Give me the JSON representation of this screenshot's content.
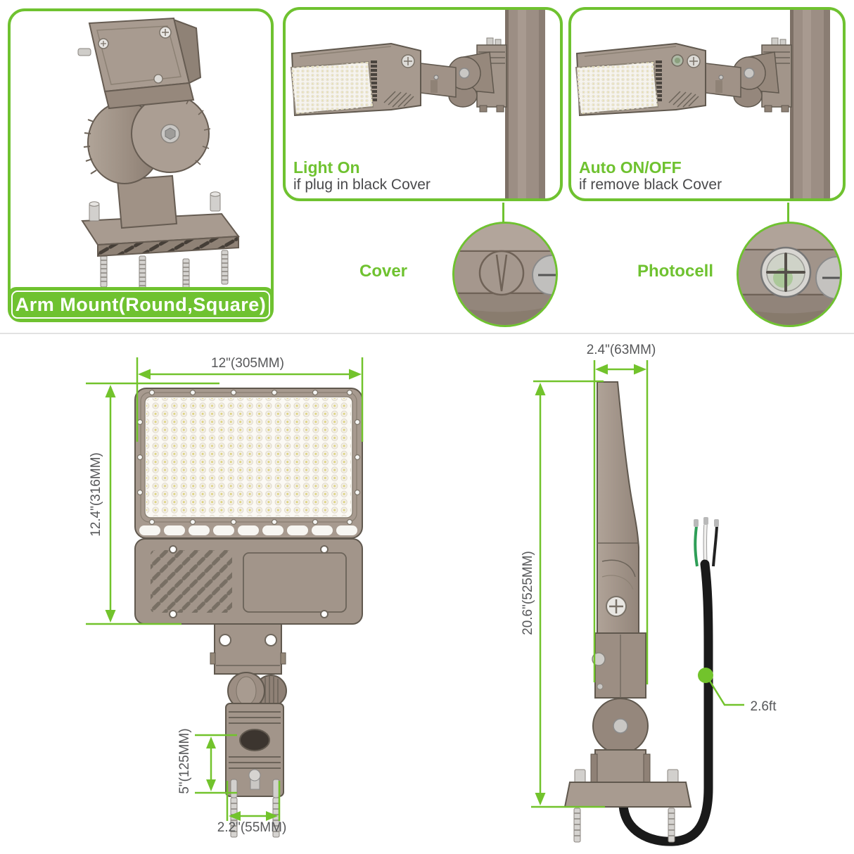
{
  "colors": {
    "accent_green": "#6fc230",
    "dimension_text": "#57585a",
    "subtitle_text": "#4a4a4c",
    "fixture_taupe": "#a2958a",
    "divider_gray": "#e2e2e2",
    "cable_black": "#1a1a1a"
  },
  "panels": {
    "arm_mount": {
      "label": "Arm Mount(Round,Square)"
    },
    "light_on": {
      "title": "Light On",
      "subtitle": "if plug in black Cover",
      "callout_label": "Cover"
    },
    "auto_on_off": {
      "title": "Auto ON/OFF",
      "subtitle": "if remove black Cover",
      "callout_label": "Photocell"
    }
  },
  "dimensions": {
    "front_width": "12\"(305MM)",
    "front_height": "12.4\"(316MM)",
    "bracket_height": "5\"(125MM)",
    "bracket_width": "2.2\"(55MM)",
    "side_depth": "2.4\"(63MM)",
    "side_height": "20.6\"(525MM)",
    "cable_length": "2.6ft"
  }
}
